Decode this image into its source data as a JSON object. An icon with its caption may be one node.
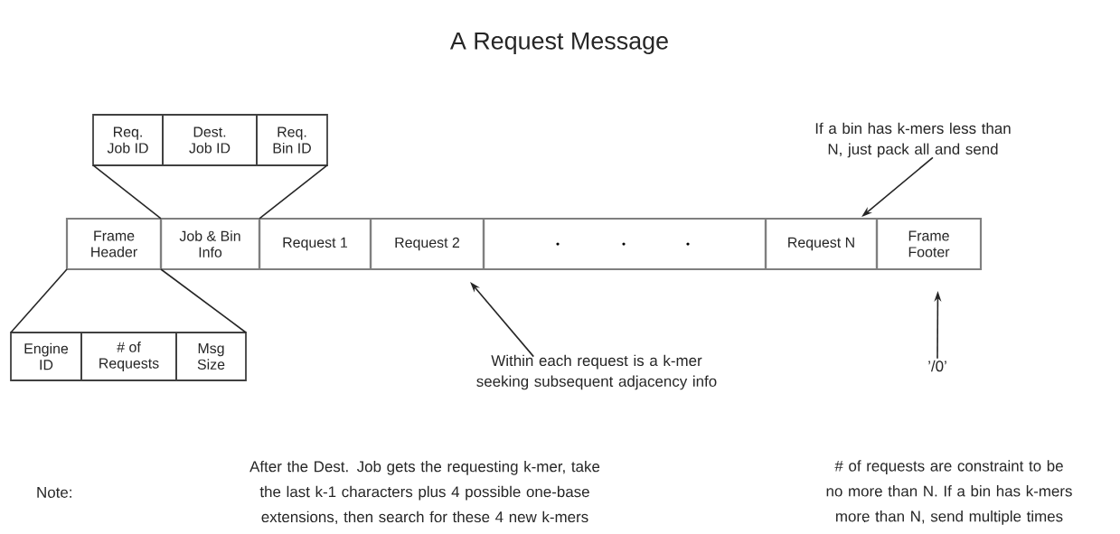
{
  "diagram": {
    "title": "A Request Message",
    "nodes": [
      {
        "text": [
          "Frame Header"
        ]
      },
      {
        "text": [
          "Job & Bin Info"
        ]
      },
      {
        "text": [
          "Request 1"
        ]
      },
      {
        "text": [
          "Request 2"
        ]
      },
      {
        "text": [],
        "shape": "box"
      },
      {
        "text": [
          "Request N"
        ]
      },
      {
        "text": [
          "Frame Footer"
        ]
      },
      {
        "text": [
          "Req. Job ID"
        ]
      },
      {
        "text": [
          "Dest. Job ID"
        ]
      },
      {
        "text": [
          "Req. Bin ID"
        ]
      },
      {
        "text": [
          "Engine ID"
        ]
      },
      {
        "text": [
          "# of Requests"
        ]
      },
      {
        "text": [
          "Msg Size"
        ]
      },
      {
        "text": [
          "If a bin has k-mers less than N, just pack all and send"
        ]
      },
      {
        "text": [
          "Within each request is a k-mer seeking subsequent adjacency info"
        ]
      },
      {
        "text": [
          "’/0’"
        ]
      }
    ],
    "edges": [
      {
        "from": 1,
        "to": 7,
        "arrow": "none"
      },
      {
        "from": 1,
        "to": 9,
        "arrow": "none"
      },
      {
        "from": 0,
        "to": 10,
        "arrow": "none"
      },
      {
        "from": 0,
        "to": 12,
        "arrow": "none"
      },
      {
        "from": 13,
        "to": 5,
        "arrow": "to"
      },
      {
        "from": 14,
        "to": 3,
        "arrow": "to"
      },
      {
        "from": 15,
        "to": 6,
        "arrow": "to"
      }
    ],
    "labels": [
      "Note:",
      "After the Dest. Job gets the requesting k-mer, take the last k-1 characters plus 4 possible one-base extensions, then search for these 4 new k-mers",
      "# of requests are constraint to be no more than N. If a bin has k-mers more than N, send multiple times"
    ]
  }
}
